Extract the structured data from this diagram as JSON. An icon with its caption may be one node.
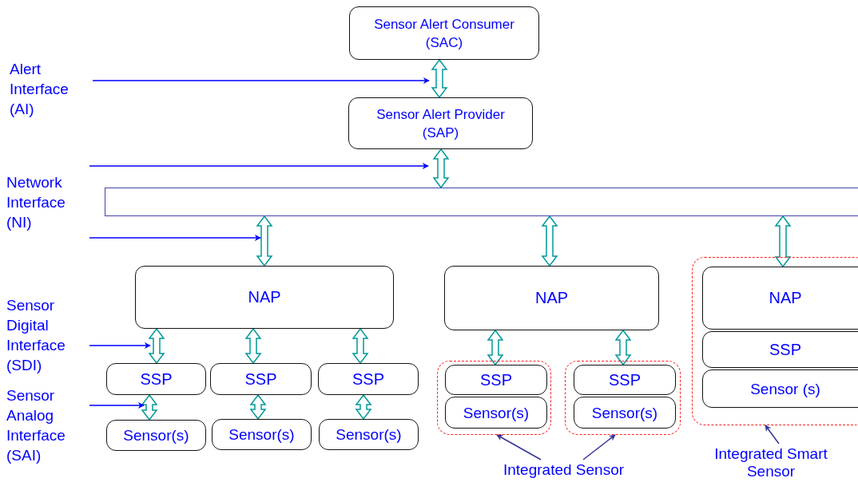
{
  "diagram": {
    "nodes": [
      {
        "text": [
          "Sensor Alert Consumer (SAC)"
        ]
      },
      {
        "text": [
          "Sensor Alert Provider (SAP)"
        ]
      },
      {
        "text": [],
        "shape": "bar"
      },
      {
        "text": [
          "NAP"
        ]
      },
      {
        "text": [
          "SSP"
        ]
      },
      {
        "text": [
          "SSP"
        ]
      },
      {
        "text": [
          "SSP"
        ]
      },
      {
        "text": [
          "Sensor(s)"
        ]
      },
      {
        "text": [
          "Sensor(s)"
        ]
      },
      {
        "text": [
          "Sensor(s)"
        ]
      },
      {
        "text": [
          "NAP"
        ]
      },
      {
        "text": [],
        "shape": "box"
      },
      {
        "text": [
          "SSP"
        ],
        "in": 11
      },
      {
        "text": [
          "Sensor(s)"
        ],
        "in": 11
      },
      {
        "text": [],
        "shape": "box"
      },
      {
        "text": [
          "SSP"
        ],
        "in": 14
      },
      {
        "text": [
          "Sensor(s)"
        ],
        "in": 14
      },
      {
        "text": [],
        "shape": "box"
      },
      {
        "text": [
          "NAP"
        ],
        "in": 17
      },
      {
        "text": [
          "SSP"
        ],
        "in": 17
      },
      {
        "text": [
          "Sensor (s)"
        ],
        "in": 17
      },
      {
        "text": [
          "Alert Interface (AI)"
        ]
      },
      {
        "text": [
          "Network Interface (NI)"
        ]
      },
      {
        "text": [
          "Sensor Digital Interface (SDI)"
        ]
      },
      {
        "text": [
          "Sensor Analog Interface (SAI)"
        ]
      },
      {
        "text": [
          "Integrated Sensor"
        ]
      },
      {
        "text": [
          "Integrated Smart Sensor"
        ]
      }
    ],
    "edges": [
      {
        "from": 0,
        "to": 1,
        "arrow": "both",
        "style": "thick"
      },
      {
        "from": 1,
        "to": 2,
        "arrow": "both",
        "style": "thick"
      },
      {
        "from": 2,
        "to": 3,
        "arrow": "both",
        "style": "thick"
      },
      {
        "from": 2,
        "to": 10,
        "arrow": "both",
        "style": "thick"
      },
      {
        "from": 2,
        "to": 18,
        "arrow": "both",
        "style": "thick"
      },
      {
        "from": 3,
        "to": 4,
        "arrow": "both",
        "style": "thick"
      },
      {
        "from": 3,
        "to": 5,
        "arrow": "both",
        "style": "thick"
      },
      {
        "from": 3,
        "to": 6,
        "arrow": "both",
        "style": "thick"
      },
      {
        "from": 4,
        "to": 7,
        "arrow": "both",
        "style": "thick"
      },
      {
        "from": 5,
        "to": 8,
        "arrow": "both",
        "style": "thick"
      },
      {
        "from": 6,
        "to": 9,
        "arrow": "both",
        "style": "thick"
      },
      {
        "from": 10,
        "to": 12,
        "arrow": "both",
        "style": "thick"
      },
      {
        "from": 10,
        "to": 15,
        "arrow": "both",
        "style": "thick"
      },
      {
        "from": 21,
        "to": 1,
        "arrow": "to",
        "color": "#0000ff"
      },
      {
        "from": 22,
        "to": 1,
        "arrow": "to",
        "color": "#0000ff"
      },
      {
        "from": 22,
        "to": 2,
        "arrow": "to",
        "color": "#0000ff"
      },
      {
        "from": 23,
        "to": 3,
        "arrow": "to",
        "color": "#0000ff"
      },
      {
        "from": 24,
        "to": 4,
        "arrow": "to",
        "color": "#0000ff"
      },
      {
        "from": 25,
        "to": 11,
        "arrow": "to",
        "color": "#333399"
      },
      {
        "from": 25,
        "to": 14,
        "arrow": "to",
        "color": "#333399"
      },
      {
        "from": 26,
        "to": 17,
        "arrow": "to",
        "color": "#333399"
      }
    ]
  }
}
